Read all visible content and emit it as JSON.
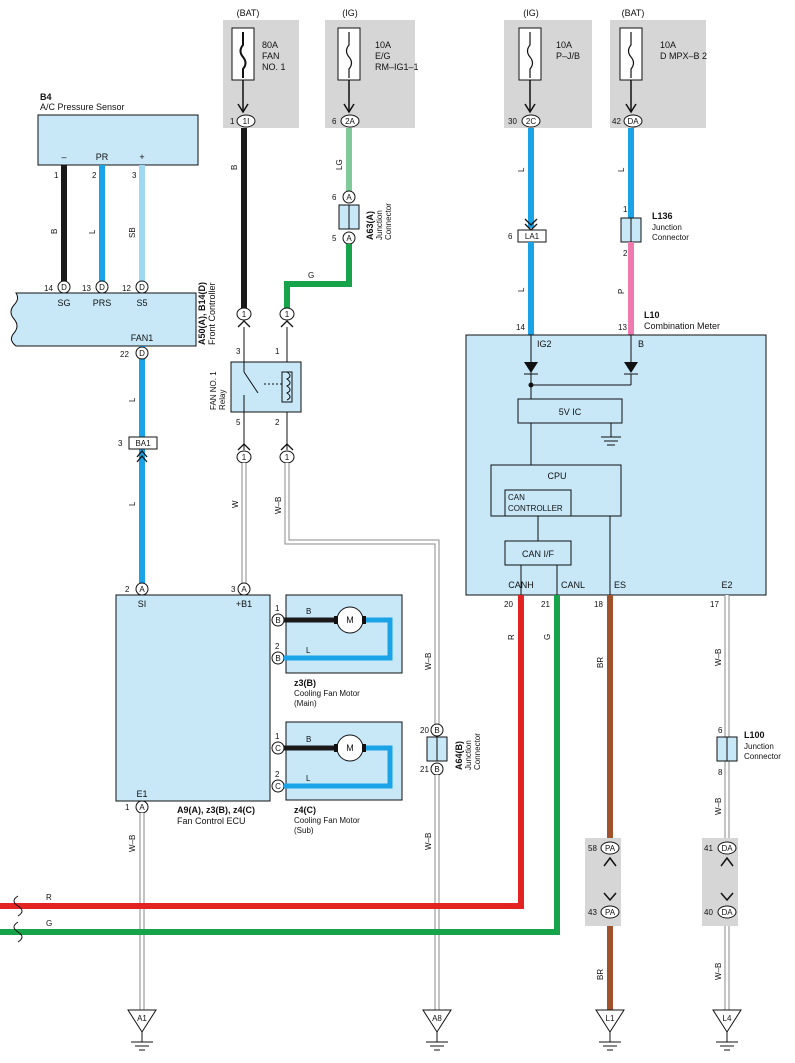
{
  "fuses": [
    {
      "source": "(BAT)",
      "line1": "80A",
      "line2": "FAN",
      "line3": "NO. 1",
      "pin": "1",
      "connector": "1I"
    },
    {
      "source": "(IG)",
      "line1": "10A",
      "line2": "E/G",
      "line3": "RM–IG1–1",
      "pin": "6",
      "connector": "2A"
    },
    {
      "source": "(IG)",
      "line1": "10A",
      "line2": "P–J/B",
      "line3": "",
      "pin": "30",
      "connector": "2C"
    },
    {
      "source": "(BAT)",
      "line1": "10A",
      "line2": "D MPX–B 2",
      "line3": "",
      "pin": "42",
      "connector": "DA"
    }
  ],
  "pressure_sensor": {
    "id": "B4",
    "name": "A/C Pressure Sensor",
    "terminals": [
      "–",
      "PR",
      "+"
    ],
    "pins": [
      "1",
      "2",
      "3"
    ],
    "wire_colors": [
      "B",
      "L",
      "SB"
    ]
  },
  "front_controller": {
    "id": "A50(A), B14(D)",
    "name": "Front Controller",
    "top_pins": [
      {
        "pin": "14",
        "conn": "D",
        "term": "SG"
      },
      {
        "pin": "13",
        "conn": "D",
        "term": "PRS"
      },
      {
        "pin": "12",
        "conn": "D",
        "term": "S5"
      }
    ],
    "out_term": "FAN1",
    "out_pin": "22",
    "out_conn": "D"
  },
  "wires": {
    "fc_to_ecu": "L",
    "ba1_pin": "3",
    "ba1_conn": "BA1",
    "fan_relay_feed": "B",
    "e_g_feed": "LG",
    "a63_out": "G",
    "relay_out_left": "W",
    "relay_out_right": "W–B",
    "p_jb_top": "L",
    "la1_pin": "6",
    "la1_conn": "LA1",
    "la1_bottom": "L",
    "mpx_top": "L",
    "l136_bottom": "P",
    "canh": "R",
    "canl": "G",
    "es": "BR",
    "e2_top": "W–B",
    "e2_bottom": "W–B",
    "ecu_ground": "W–B",
    "a64_top": "W–B",
    "a64_bottom": "W–B",
    "pa_bottom": "BR",
    "da_bottom": "W–B",
    "bus_r": "R",
    "bus_g": "G"
  },
  "a63": {
    "id": "A63(A)",
    "name1": "Junction",
    "name2": "Connector",
    "pin_top": "6",
    "pin_bottom": "5",
    "conn": "A"
  },
  "relay": {
    "name1": "FAN NO. 1",
    "name2": "Relay",
    "pins": [
      "3",
      "1",
      "5",
      "2"
    ],
    "conn": "1"
  },
  "combination_meter": {
    "id": "L10",
    "name": "Combination Meter",
    "top_pins": [
      "14",
      "13"
    ],
    "top_terms": [
      "IG2",
      "B"
    ],
    "ic": "5V IC",
    "cpu": "CPU",
    "can_ctrl1": "CAN",
    "can_ctrl2": "CONTROLLER",
    "can_if": "CAN I/F",
    "bottom_terms": [
      "CANH",
      "CANL",
      "ES",
      "E2"
    ],
    "bottom_pins": [
      "20",
      "21",
      "18",
      "17"
    ]
  },
  "l136": {
    "id": "L136",
    "name1": "Junction",
    "name2": "Connector",
    "pin_top": "1",
    "pin_bottom": "2"
  },
  "l100": {
    "id": "L100",
    "name1": "Junction",
    "name2": "Connector",
    "pin_top": "6",
    "pin_bottom": "8"
  },
  "a64": {
    "id": "A64(B)",
    "name1": "Junction",
    "name2": "Connector",
    "pin_top": "20",
    "pin_bottom": "21",
    "conn": "B"
  },
  "fan_ecu": {
    "id": "A9(A), z3(B), z4(C)",
    "name": "Fan Control ECU",
    "si_pin": "2",
    "si_term": "SI",
    "b1_pin": "3",
    "b1_term": "+B1",
    "conn": "A",
    "e1_pin": "1",
    "e1_term": "E1"
  },
  "main_motor": {
    "id": "z3(B)",
    "name1": "Cooling Fan Motor",
    "name2": "(Main)",
    "pins": [
      "1",
      "2"
    ],
    "conn": "B",
    "wire_top": "B",
    "wire_bottom": "L",
    "m": "M"
  },
  "sub_motor": {
    "id": "z4(C)",
    "name1": "Cooling Fan Motor",
    "name2": "(Sub)",
    "pins": [
      "1",
      "2"
    ],
    "conn": "C",
    "wire_top": "B",
    "wire_bottom": "L",
    "m": "M"
  },
  "pa": {
    "pin_top": "58",
    "pin_bottom": "43",
    "conn": "PA"
  },
  "da": {
    "pin_top": "41",
    "pin_bottom": "40",
    "conn": "DA"
  },
  "grounds": [
    "A1",
    "A8",
    "L1",
    "L4"
  ],
  "colors": {
    "black": "#1a1a1a",
    "blue": "#1aa3e6",
    "light_blue": "#9fd8f2",
    "light_green": "#7fc99a",
    "green": "#17a34a",
    "pink": "#ee7ab0",
    "red": "#e32222",
    "brown": "#a0522d",
    "box_fill": "#c8e8f8",
    "fuse_box": "#d6d6d6"
  }
}
